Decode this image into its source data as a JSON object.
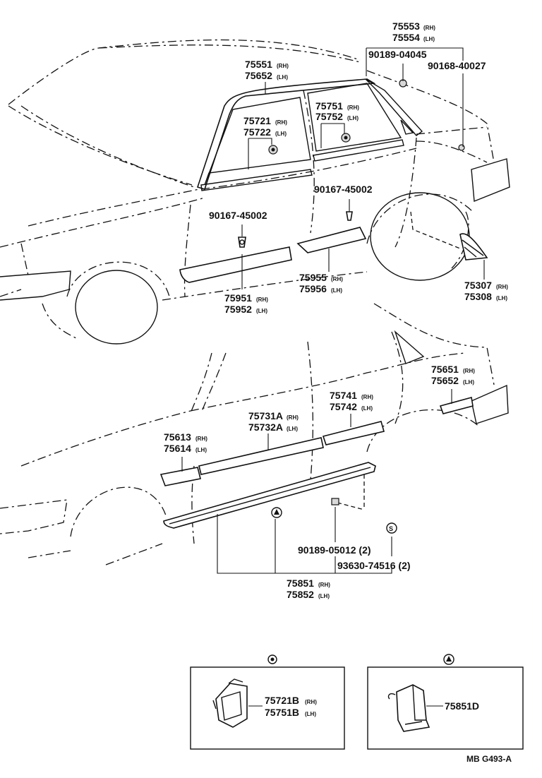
{
  "diagram_code": "MB G493-A",
  "upper_labels": {
    "75553": "75553",
    "75553_sfx": "(RH)",
    "75554": "75554",
    "75554_sfx": "(LH)",
    "90189_04045": "90189-04045",
    "90168_40027": "90168-40027",
    "75551": "75551",
    "75551_sfx": "(RH)",
    "75652u": "75652",
    "75652u_sfx": "(LH)",
    "75751": "75751",
    "75751_sfx": "(RH)",
    "75752": "75752",
    "75752_sfx": "(LH)",
    "75721": "75721",
    "75721_sfx": "(RH)",
    "75722": "75722",
    "75722_sfx": "(LH)",
    "90167_a": "90167-45002",
    "90167_b": "90167-45002",
    "75955": "75955",
    "75955_sfx": "(RH)",
    "75956": "75956",
    "75956_sfx": "(LH)",
    "75951": "75951",
    "75951_sfx": "(RH)",
    "75952": "75952",
    "75952_sfx": "(LH)",
    "75307": "75307",
    "75307_sfx": "(RH)",
    "75308": "75308",
    "75308_sfx": "(LH)"
  },
  "lower_labels": {
    "75651": "75651",
    "75651_sfx": "(RH)",
    "75652": "75652",
    "75652_sfx": "(LH)",
    "75741": "75741",
    "75741_sfx": "(RH)",
    "75742": "75742",
    "75742_sfx": "(LH)",
    "75731A": "75731A",
    "75731A_sfx": "(RH)",
    "75732A": "75732A",
    "75732A_sfx": "(LH)",
    "75613": "75613",
    "75613_sfx": "(RH)",
    "75614": "75614",
    "75614_sfx": "(LH)",
    "90189_05012": "90189-05012 (2)",
    "93630_74516": "93630-74516 (2)",
    "75851": "75851",
    "75851_sfx": "(RH)",
    "75852": "75852",
    "75852_sfx": "(LH)"
  },
  "detail_boxes": {
    "clip_box_l1": "75721B",
    "clip_box_l1_sfx": "(RH)",
    "clip_box_l2": "75751B",
    "clip_box_l2_sfx": "(LH)",
    "bracket_box_l1": "75851D"
  },
  "symbols": {
    "circle_dot": "circle-dot-symbol",
    "triangle": "triangle-symbol",
    "s_circle": "S"
  }
}
